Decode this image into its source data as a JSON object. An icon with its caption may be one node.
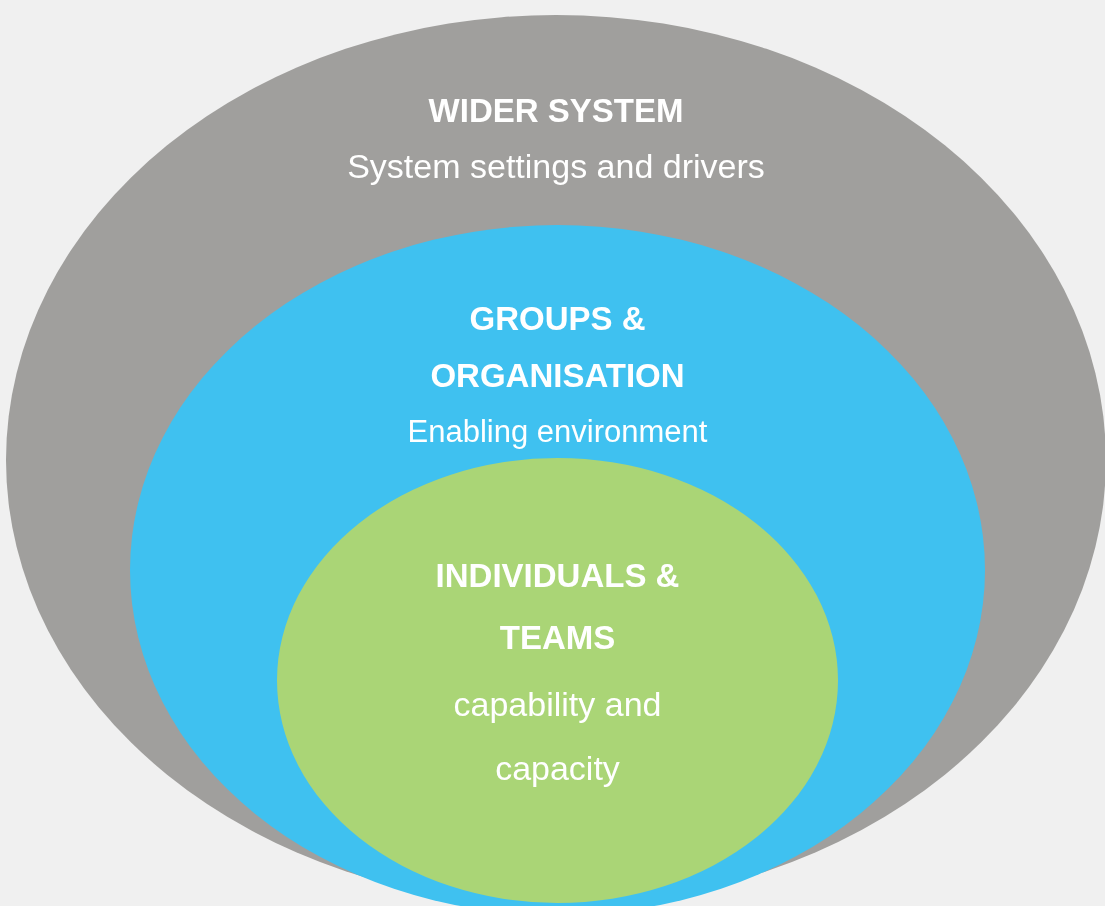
{
  "diagram": {
    "nodes": [
      {
        "text": [
          "WIDER SYSTEM",
          "System settings and drivers"
        ]
      },
      {
        "text": [
          "GROUPS & ORGANISATION",
          "Enabling environment"
        ],
        "in": 0
      },
      {
        "text": [
          "INDIVIDUALS & TEAMS",
          "capability and capacity"
        ],
        "in": 1
      }
    ],
    "edges": []
  }
}
